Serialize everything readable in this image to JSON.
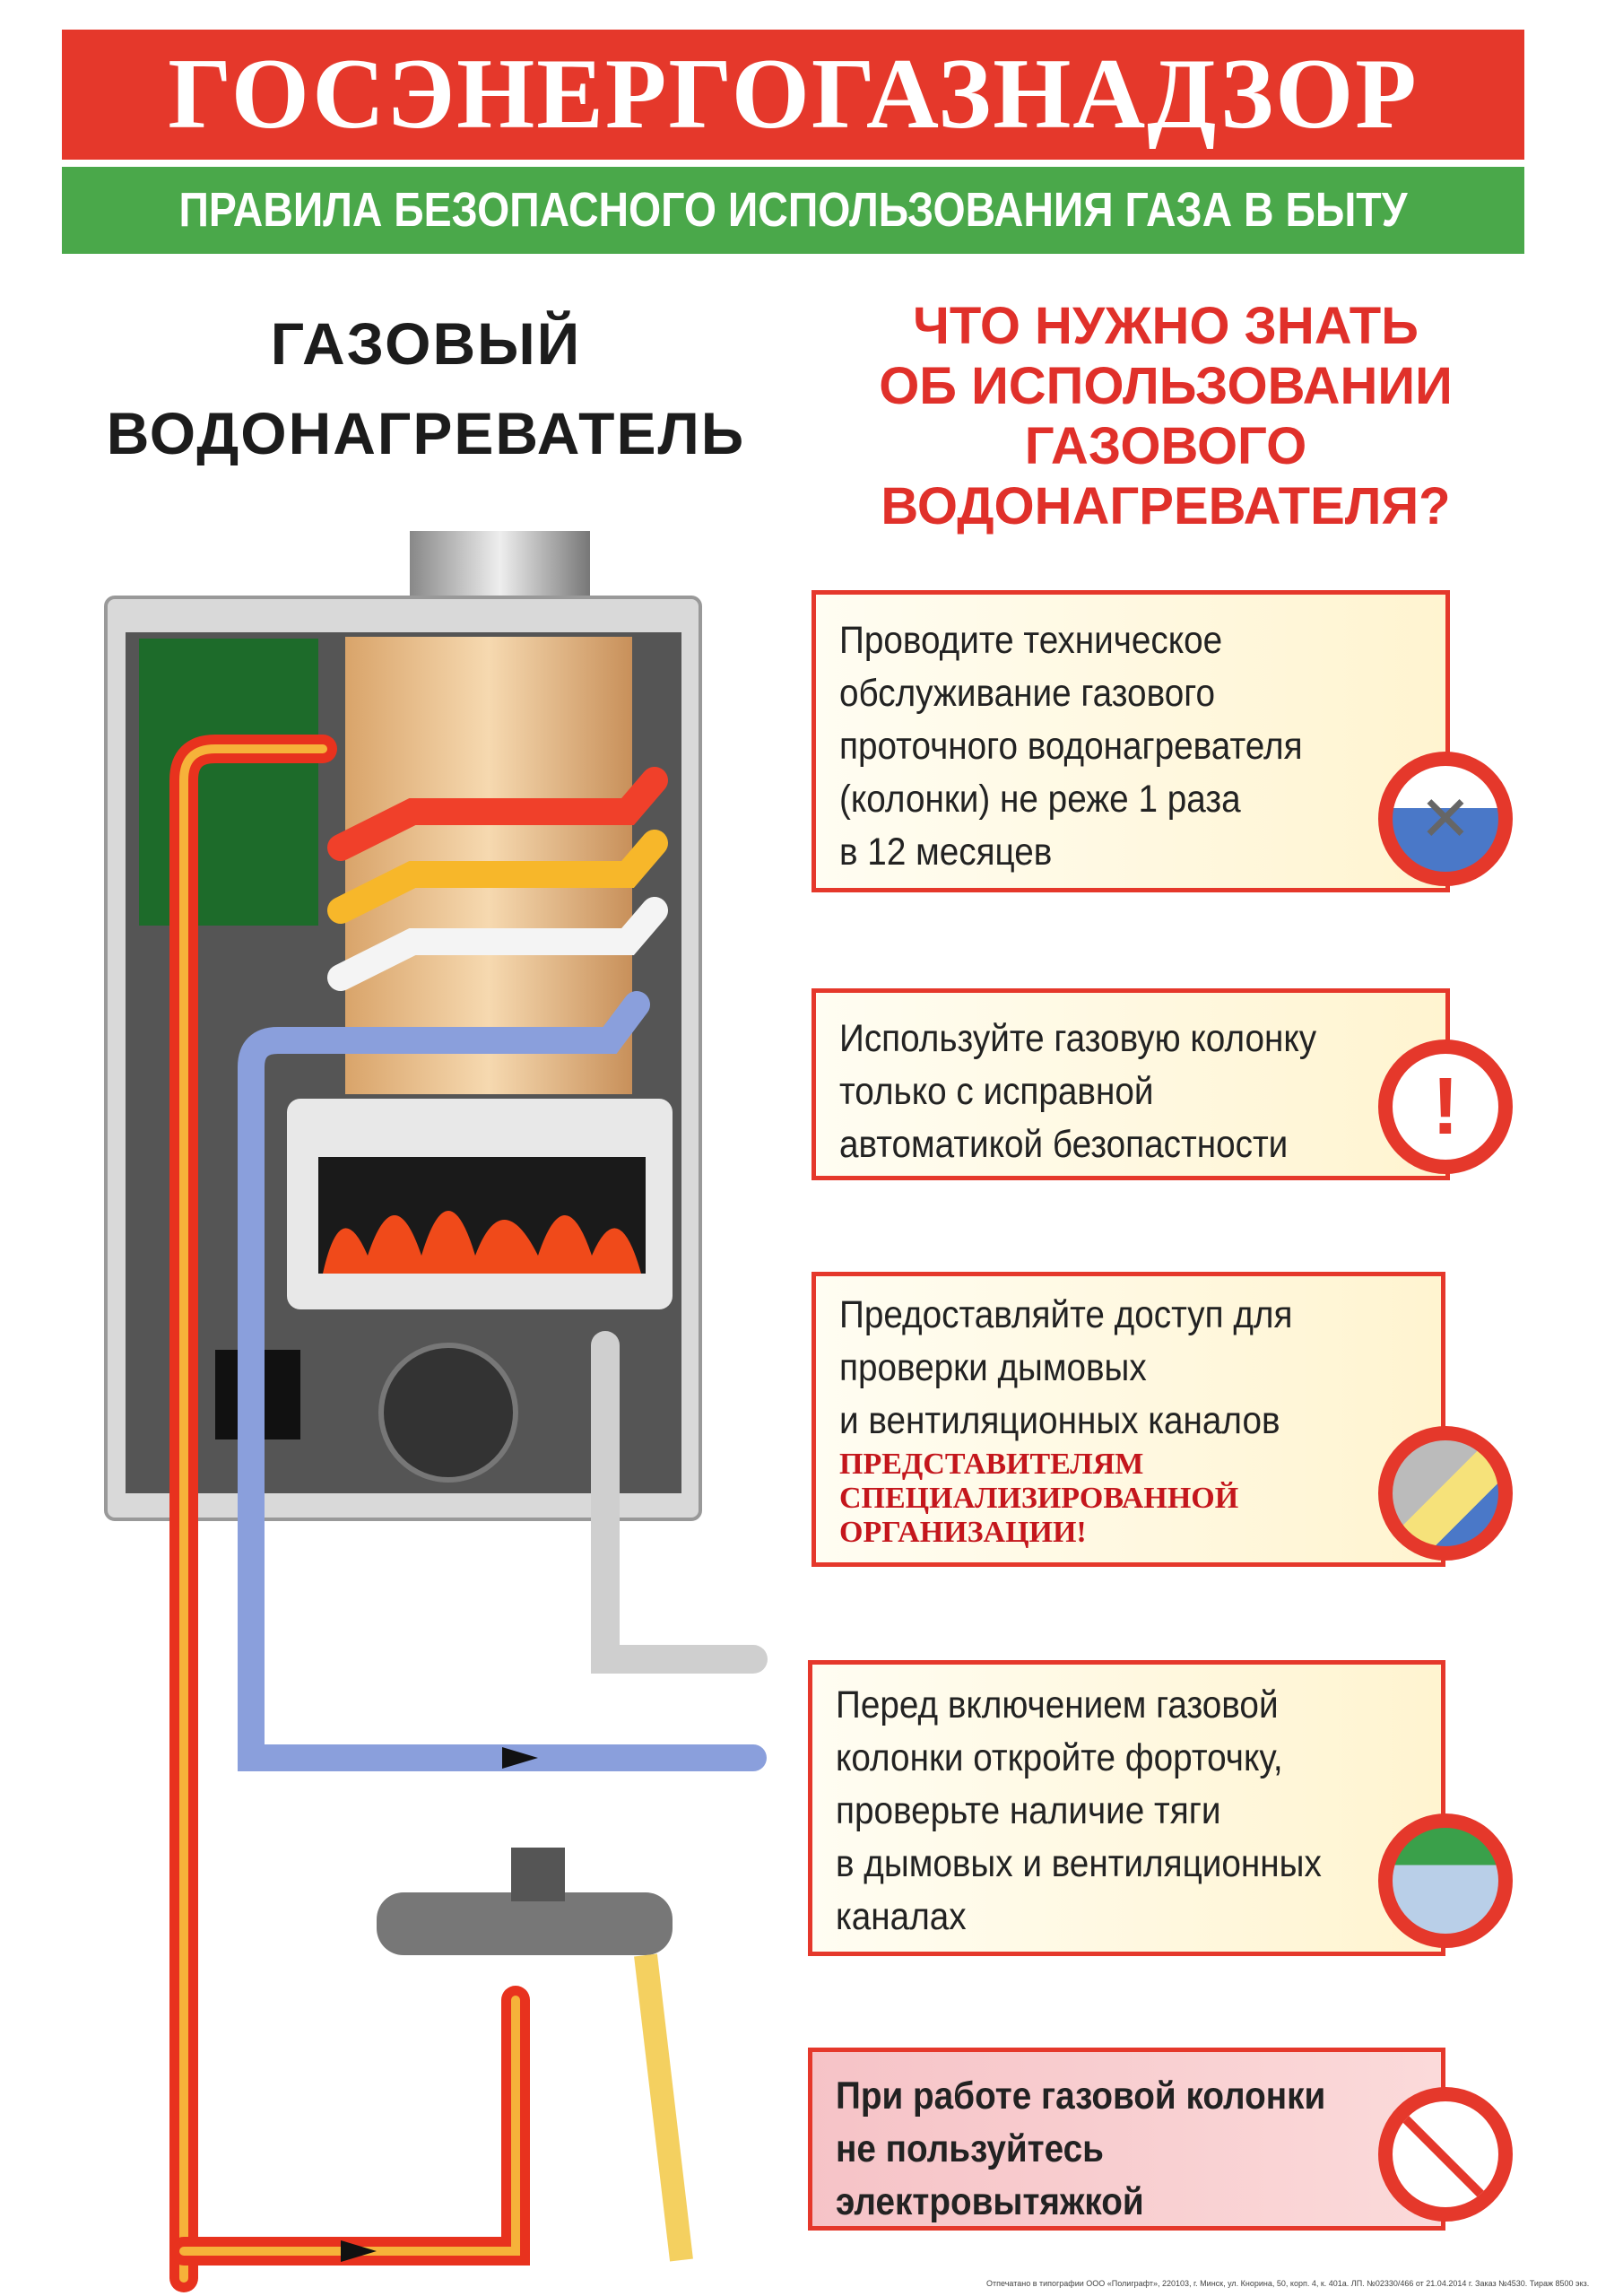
{
  "header": {
    "title": "ГОСЭНЕРГОГАЗНАДЗОР",
    "subtitle": "ПРАВИЛА БЕЗОПАСНОГО ИСПОЛЬЗОВАНИЯ ГАЗА В БЫТУ"
  },
  "left_title": {
    "line1": "ГАЗОВЫЙ",
    "line2": "ВОДОНАГРЕВАТЕЛЬ"
  },
  "right_title": {
    "lines": [
      "ЧТО НУЖНО ЗНАТЬ",
      "ОБ ИСПОЛЬЗОВАНИИ",
      "ГАЗОВОГО",
      "ВОДОНАГРЕВАТЕЛЯ?"
    ]
  },
  "rules": [
    {
      "lines": [
        "Проводите техническое",
        "обслуживание газового",
        "проточного водонагревателя",
        "(колонки) не реже 1 раза",
        "в 12 месяцев"
      ],
      "icon": "wrench-icon"
    },
    {
      "lines": [
        "Используйте газовую колонку",
        "только с исправной",
        "автоматикой безопастности"
      ],
      "icon": "exclamation-icon"
    },
    {
      "lines": [
        "Предоставляйте доступ для",
        "проверки дымовых",
        "и вентиляционных каналов"
      ],
      "highlight": [
        "ПРЕДСТАВИТЕЛЯМ",
        "СПЕЦИАЛИЗИРОВАННОЙ",
        "ОРГАНИЗАЦИИ!"
      ],
      "icon": "ventilation-icon"
    },
    {
      "lines": [
        "Перед включением газовой",
        "колонки откройте форточку,",
        "проверьте наличие тяги",
        "в дымовых и вентиляционных",
        "каналах"
      ],
      "icon": "draft-icon"
    },
    {
      "lines": [
        "При работе газовой колонки",
        "не пользуйтесь",
        "электровытяжкой"
      ],
      "icon": "no-hood-icon"
    }
  ],
  "colors": {
    "red": "#e5382b",
    "green": "#4aa84a",
    "title_red": "#e0302a"
  },
  "footer": "Отпечатано в типографии ООО «Полиграфт», 220103, г. Минск, ул. Кнорина, 50, корп. 4, к. 401а. ЛП. №02330/466 от 21.04.2014 г. Заказ №4530. Тираж 8500 экз."
}
